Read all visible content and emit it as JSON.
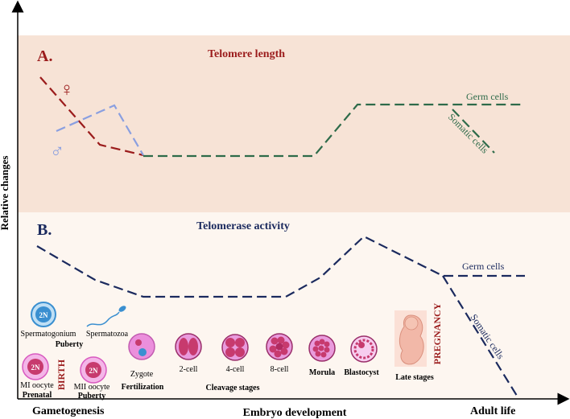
{
  "axes": {
    "ylabel": "Relative changes",
    "xlabels": [
      "Gametogenesis",
      "Embryo development",
      "Adult life"
    ]
  },
  "panel_a": {
    "letter": "A.",
    "title": "Telomere length",
    "female_symbol": "♀",
    "male_symbol": "♂",
    "germ_label": "Germ cells",
    "somatic_label": "Somatic cells"
  },
  "panel_b": {
    "letter": "B.",
    "title": "Telomerase activity",
    "germ_label": "Germ cells",
    "somatic_label": "Somatic cells"
  },
  "cells": {
    "ploidy": "2N",
    "spermatogonium": "Spermatogonium",
    "spermatozoa": "Spermatozoa",
    "puberty": "Puberty",
    "mi_oocyte": "MI oocyte",
    "prenatal": "Prenatal",
    "birth": "BIRTH",
    "mii_oocyte": "MII oocyte",
    "puberty2": "Puberty",
    "zygote": "Zygote",
    "fertilization": "Fertilization",
    "two_cell": "2-cell",
    "four_cell": "4-cell",
    "eight_cell": "8-cell",
    "morula": "Morula",
    "blastocyst": "Blastocyst",
    "cleavage": "Cleavage stages",
    "late_stages": "Late stages",
    "pregnancy": "PREGNANCY"
  },
  "colors": {
    "panel_a_bg": "#f7e3d6",
    "panel_b_bg": "#fdf6f0",
    "female": "#9b1c1c",
    "male": "#8a9fe0",
    "telomere": "#2e6b4a",
    "telomerase": "#1b2a5e",
    "title_red": "#9b1c1c",
    "title_blue": "#1b2a5e",
    "cell_pink": "#e985d6",
    "cell_dark": "#c73a6e",
    "cell_blue": "#3a8fd0",
    "fetus": "#f2b8a8"
  }
}
